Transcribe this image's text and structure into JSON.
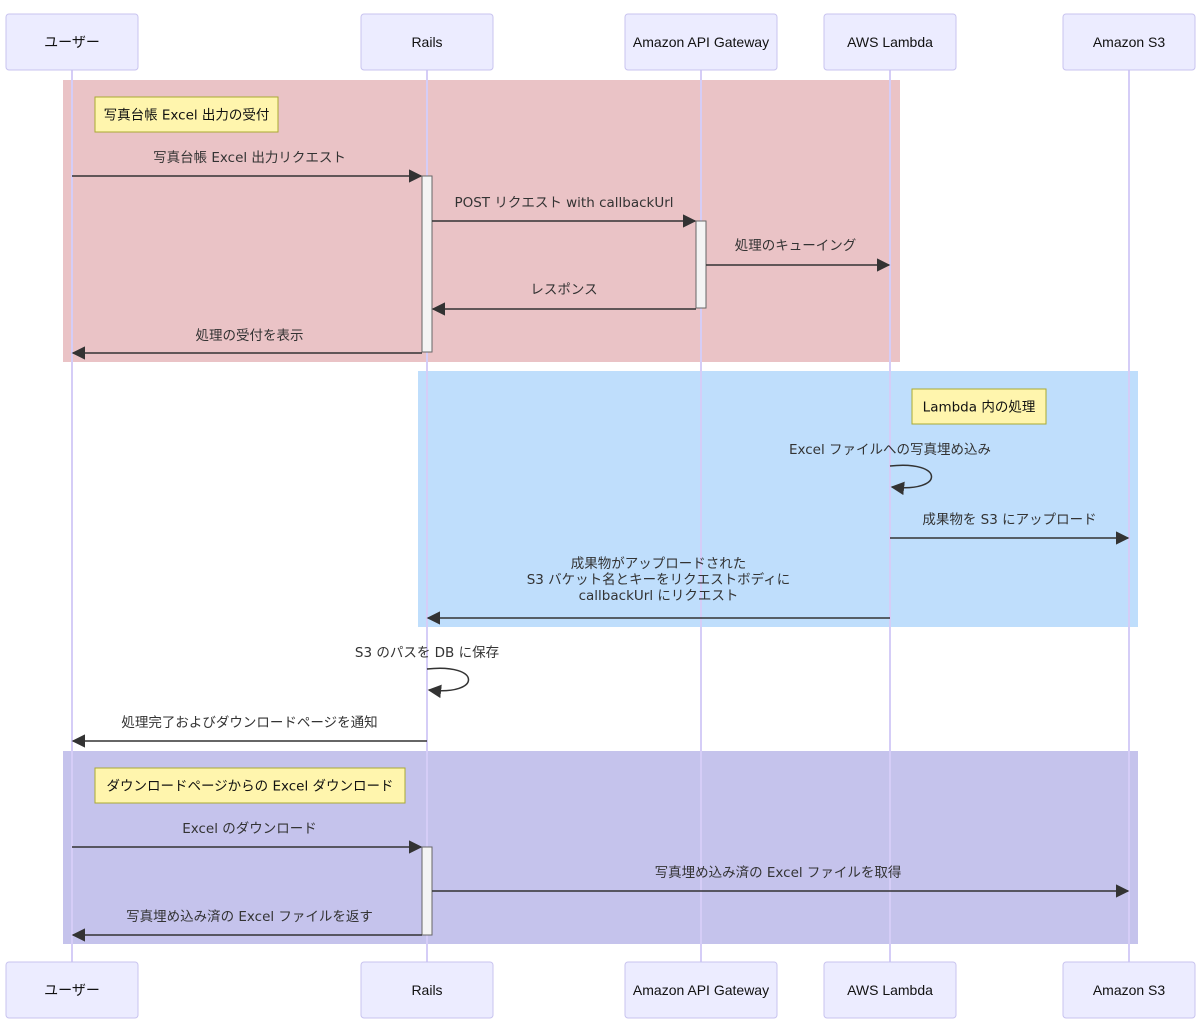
{
  "diagram": {
    "type": "sequence",
    "participants": [
      {
        "id": "user",
        "label": "ユーザー"
      },
      {
        "id": "rails",
        "label": "Rails"
      },
      {
        "id": "apigw",
        "label": "Amazon API Gateway"
      },
      {
        "id": "lambda",
        "label": "AWS Lambda"
      },
      {
        "id": "s3",
        "label": "Amazon S3"
      }
    ],
    "groups": [
      {
        "id": "group-excel-request",
        "color": "#eac3c6"
      },
      {
        "id": "group-lambda",
        "color": "#bfdefc"
      },
      {
        "id": "group-download",
        "color": "#c5c3ec"
      }
    ],
    "notes": [
      {
        "id": "note-request",
        "text": "写真台帳 Excel 出力の受付"
      },
      {
        "id": "note-lambda",
        "text": "Lambda 内の処理"
      },
      {
        "id": "note-download",
        "text": "ダウンロードページからの Excel ダウンロード"
      }
    ],
    "messages": [
      {
        "from": "user",
        "to": "rails",
        "lines": [
          "写真台帳 Excel 出力リクエスト"
        ]
      },
      {
        "from": "rails",
        "to": "apigw",
        "lines": [
          "POST リクエスト with callbackUrl"
        ]
      },
      {
        "from": "apigw",
        "to": "lambda",
        "lines": [
          "処理のキューイング"
        ]
      },
      {
        "from": "apigw",
        "to": "rails",
        "lines": [
          "レスポンス"
        ]
      },
      {
        "from": "rails",
        "to": "user",
        "lines": [
          "処理の受付を表示"
        ]
      },
      {
        "from": "lambda",
        "to": "lambda",
        "lines": [
          "Excel ファイルへの写真埋め込み"
        ]
      },
      {
        "from": "lambda",
        "to": "s3",
        "lines": [
          "成果物を S3 にアップロード"
        ]
      },
      {
        "from": "lambda",
        "to": "rails",
        "lines": [
          "成果物がアップロードされた",
          "S3 バケット名とキーをリクエストボディに",
          "callbackUrl にリクエスト"
        ]
      },
      {
        "from": "rails",
        "to": "rails",
        "lines": [
          "S3 のパスを DB に保存"
        ]
      },
      {
        "from": "rails",
        "to": "user",
        "lines": [
          "処理完了およびダウンロードページを通知"
        ]
      },
      {
        "from": "user",
        "to": "rails",
        "lines": [
          "Excel のダウンロード"
        ]
      },
      {
        "from": "rails",
        "to": "s3",
        "lines": [
          "写真埋め込み済の Excel ファイルを取得"
        ]
      },
      {
        "from": "rails",
        "to": "user",
        "lines": [
          "写真埋め込み済の Excel ファイルを返す"
        ]
      }
    ]
  }
}
